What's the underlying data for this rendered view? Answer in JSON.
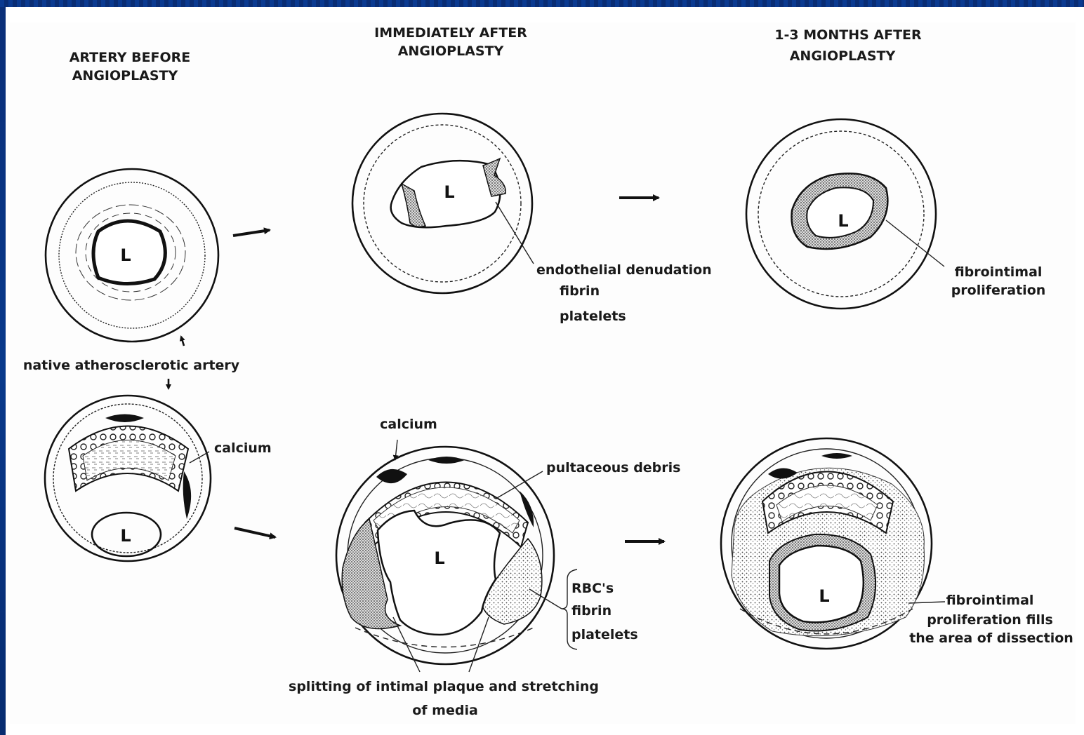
{
  "headings": {
    "before_line1": "ARTERY BEFORE",
    "before_line2": "ANGIOPLASTY",
    "immediately_line1": "IMMEDIATELY AFTER",
    "immediately_line2": "ANGIOPLASTY",
    "months_line1": "1-3 MONTHS AFTER",
    "months_line2": "ANGIOPLASTY"
  },
  "lumen_label": "L",
  "annotations": {
    "native": "native atherosclerotic artery",
    "calcium_left": "calcium",
    "calcium_mid": "calcium",
    "endothelial": "endothelial denudation",
    "fibrin_top": "fibrin",
    "platelets_top": "platelets",
    "fibrointimal_top1": "fibrointimal",
    "fibrointimal_top2": "proliferation",
    "pultaceous": "pultaceous debris",
    "rbc": "RBC's",
    "fibrin_mid": "fibrin",
    "platelets_mid": "platelets",
    "splitting1": "splitting of intimal plaque and stretching",
    "splitting2": "of media",
    "fib_bottom1": "fibrointimal",
    "fib_bottom2": "proliferation fills",
    "fib_bottom3": "the area of dissection"
  },
  "colors": {
    "frame": "#0a3a8c",
    "panel": "#ffffff",
    "ink": "#111111"
  }
}
